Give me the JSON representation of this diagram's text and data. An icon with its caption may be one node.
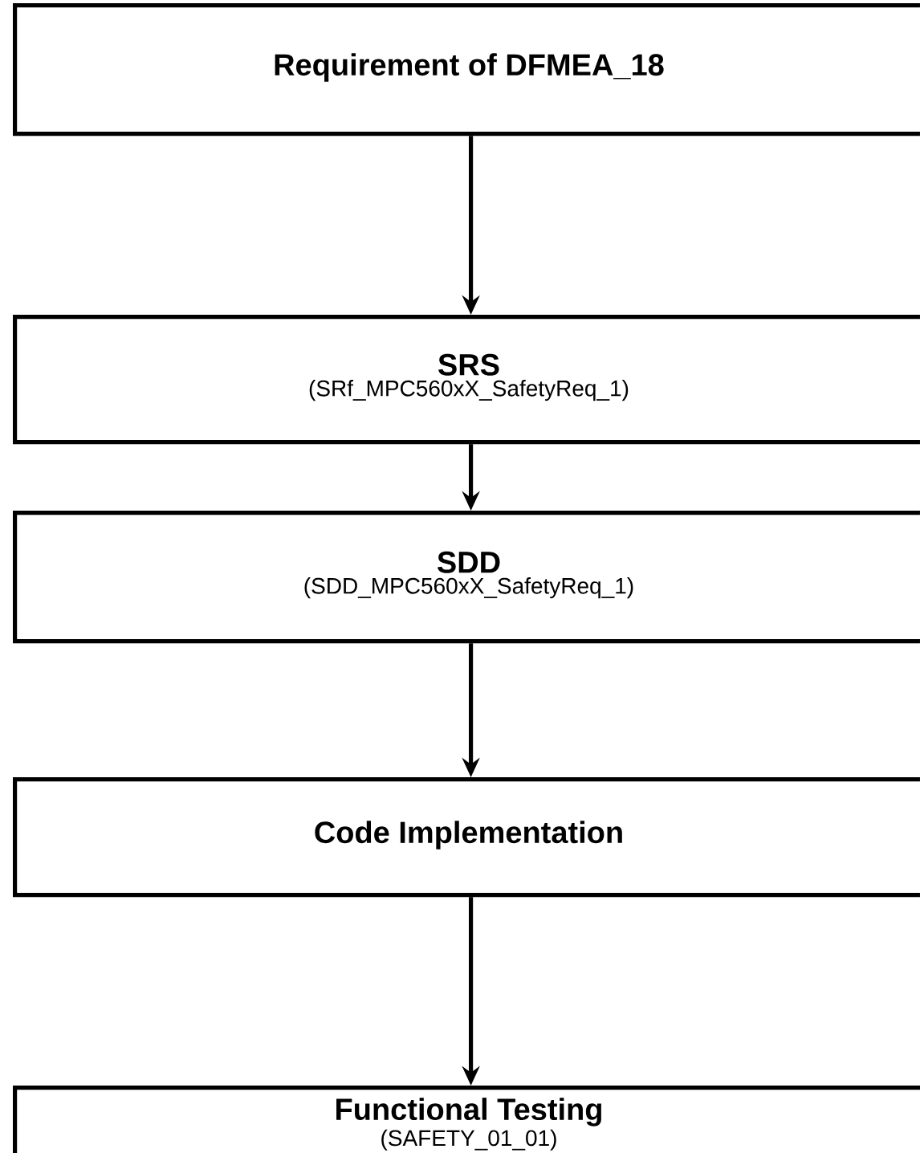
{
  "diagram": {
    "nodes": [
      {
        "text": [
          "Requirement of DFMEA_18"
        ]
      },
      {
        "text": [
          "SRS",
          "(SRf_MPC560xX_SafetyReq_1)"
        ]
      },
      {
        "text": [
          "SDD",
          "(SDD_MPC560xX_SafetyReq_1)"
        ]
      },
      {
        "text": [
          "Code Implementation"
        ]
      },
      {
        "text": [
          "Functional Testing",
          "(SAFETY_01_01)"
        ]
      }
    ],
    "edges": [
      {
        "from": 0,
        "to": 1,
        "arrow": "to"
      },
      {
        "from": 1,
        "to": 2,
        "arrow": "to"
      },
      {
        "from": 2,
        "to": 3,
        "arrow": "to"
      },
      {
        "from": 3,
        "to": 4,
        "arrow": "to"
      }
    ]
  }
}
